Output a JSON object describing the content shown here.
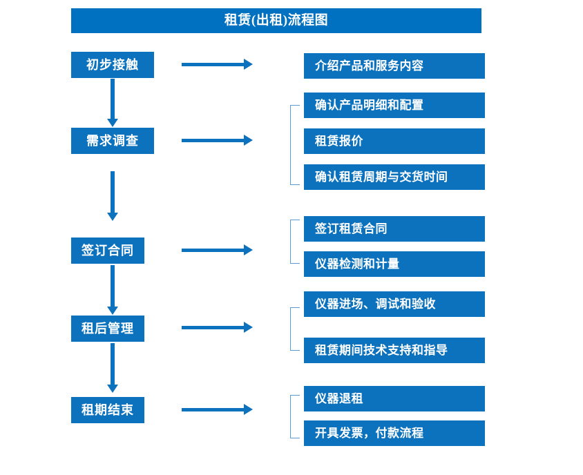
{
  "diagram": {
    "title": "租赁(出租)流程图",
    "colors": {
      "title_bar": "#0070c0",
      "box": "#0d72bd",
      "arrow": "#0d72bd",
      "bracket": "#5b9bd5",
      "text": "#ffffff",
      "background": "#ffffff"
    },
    "stages": [
      {
        "label": "初步接触",
        "details": [
          "介绍产品和服务内容"
        ]
      },
      {
        "label": "需求调查",
        "details": [
          "确认产品明细和配置",
          "租赁报价",
          "确认租赁周期与交货时间"
        ]
      },
      {
        "label": "签订合同",
        "details": [
          "签订租赁合同",
          "仪器检测和计量"
        ]
      },
      {
        "label": "租后管理",
        "details": [
          "仪器进场、调试和验收",
          "租赁期间技术支持和指导"
        ]
      },
      {
        "label": "租期结束",
        "details": [
          "仪器退租",
          "开具发票，付款流程"
        ]
      }
    ],
    "detail_boxes": [
      "介绍产品和服务内容",
      "确认产品明细和配置",
      "租赁报价",
      "确认租赁周期与交货时间",
      "签订租赁合同",
      "仪器检测和计量",
      "仪器进场、调试和验收",
      "租赁期间技术支持和指导",
      "仪器退租",
      "开具发票，付款流程"
    ]
  }
}
